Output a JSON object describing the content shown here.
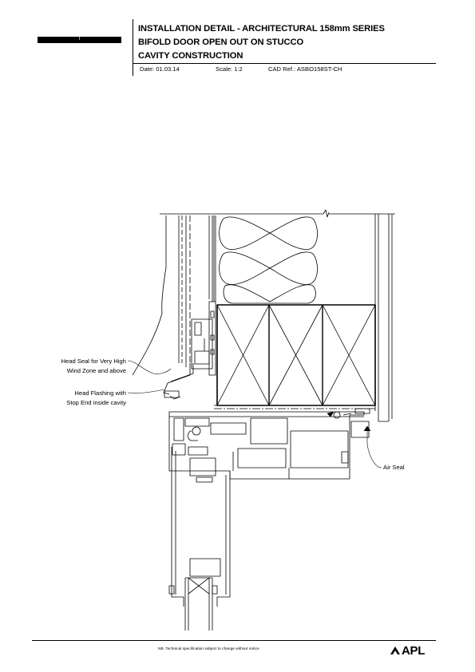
{
  "header": {
    "tag_label": "I",
    "title_lines": [
      "INSTALLATION DETAIL - ARCHITECTURAL 158mm SERIES",
      "BIFOLD DOOR OPEN OUT ON STUCCO",
      "CAVITY CONSTRUCTION"
    ],
    "date": "Date: 01.03.14",
    "scale": "Scale: 1:2",
    "cad_ref": "CAD Ref.: ASBO158ST-CH"
  },
  "callouts": {
    "head_seal": [
      "Head Seal for Very High",
      "Wind Zone and above"
    ],
    "head_flashing": [
      "Head Flashing with",
      "Stop End inside cavity"
    ],
    "air_seal": "Air Seal"
  },
  "footer": {
    "note": "NB. Technical specification subject to change without notice.",
    "logo_text": "APL"
  },
  "icons": {
    "logo_mark": "apl-logo-icon"
  }
}
